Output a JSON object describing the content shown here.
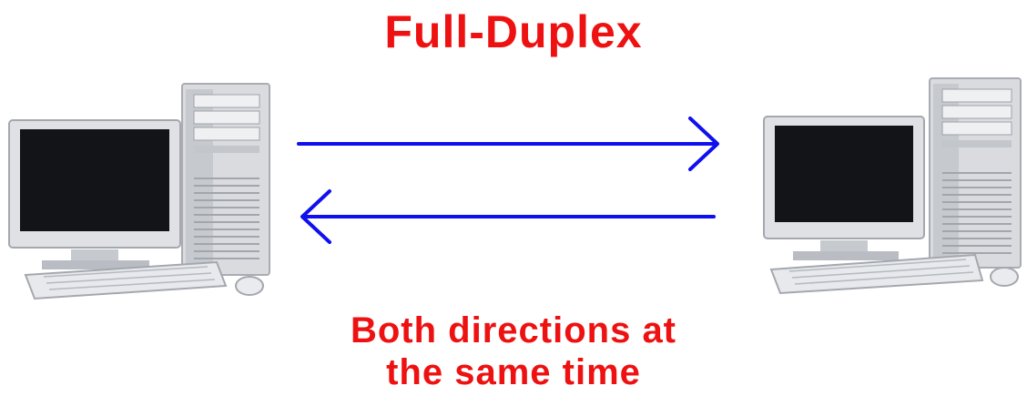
{
  "title": "Full-Duplex",
  "caption": {
    "line1": "Both directions at",
    "line2": "the same time"
  },
  "colors": {
    "text": "#ee1111",
    "arrow": "#1010ee",
    "case": "#d9dbdf",
    "case_shade": "#b4b7bd",
    "screen": "#121417"
  },
  "icons": {
    "left_computer": "desktop-computer-icon",
    "right_computer": "desktop-computer-icon",
    "arrow_right": "arrow-right-icon",
    "arrow_left": "arrow-left-icon"
  }
}
